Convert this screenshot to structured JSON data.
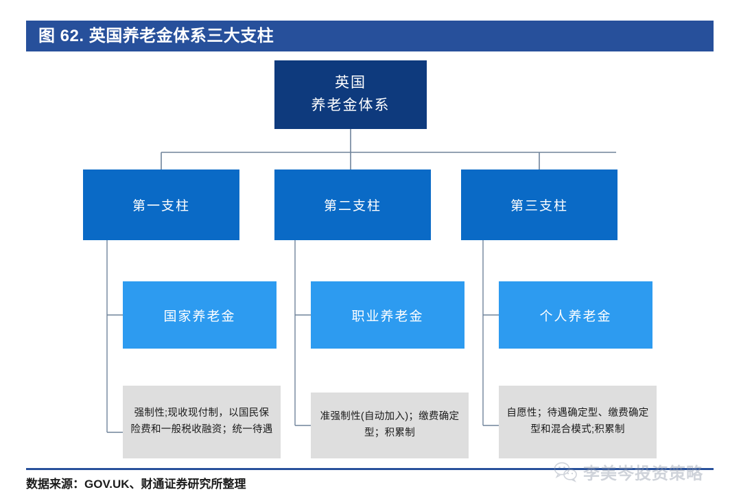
{
  "header": {
    "title": "图 62. 英国养老金体系三大支柱",
    "bar_color": "#27509b"
  },
  "chart_data": {
    "type": "diagram",
    "diagram_kind": "org-chart",
    "title": "图 62. 英国养老金体系三大支柱",
    "colors": {
      "root": "#0e3a7d",
      "pillar": "#0a6ac6",
      "scheme": "#2d9bf0",
      "note": "#dedede",
      "connector": "#6e8299"
    },
    "root": {
      "label_line1": "英国",
      "label_line2": "养老金体系"
    },
    "branches": [
      {
        "pillar": "第一支柱",
        "scheme": "国家养老金",
        "note": "强制性;现收现付制，以国民保险费和一般税收融资；统一待遇"
      },
      {
        "pillar": "第二支柱",
        "scheme": "职业养老金",
        "note": "准强制性(自动加入)；缴费确定型；积累制"
      },
      {
        "pillar": "第三支柱",
        "scheme": "个人养老金",
        "note": "自愿性；待遇确定型、缴费确定型和混合模式;积累制"
      }
    ]
  },
  "footer": {
    "source": "数据来源：GOV.UK、财通证券研究所整理"
  },
  "watermark": {
    "text": "李美岑投资策略",
    "icon": "wechat-icon"
  }
}
